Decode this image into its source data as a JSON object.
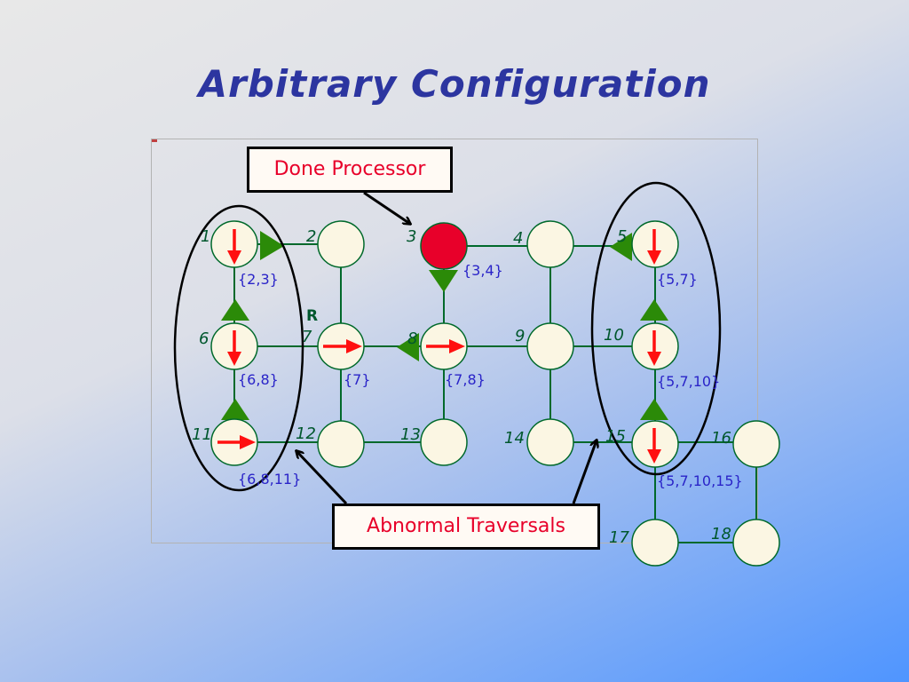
{
  "slide": {
    "title": "Arbitrary Configuration"
  },
  "callouts": {
    "done": "Done Processor",
    "abnormal": "Abnormal Traversals"
  },
  "colors": {
    "title": "#2c35a0",
    "edge": "#00692b",
    "pointer": "#ff1010",
    "done_node": "#e8002a",
    "set_text": "#2a24c8"
  },
  "nodes": [
    {
      "id": "1",
      "label": "1"
    },
    {
      "id": "2",
      "label": "2"
    },
    {
      "id": "3",
      "label": "3"
    },
    {
      "id": "4",
      "label": "4"
    },
    {
      "id": "5",
      "label": "5"
    },
    {
      "id": "6",
      "label": "6"
    },
    {
      "id": "7",
      "label": "7"
    },
    {
      "id": "8",
      "label": "8"
    },
    {
      "id": "9",
      "label": "9"
    },
    {
      "id": "10",
      "label": "10"
    },
    {
      "id": "11",
      "label": "11"
    },
    {
      "id": "12",
      "label": "12"
    },
    {
      "id": "13",
      "label": "13"
    },
    {
      "id": "14",
      "label": "14"
    },
    {
      "id": "15",
      "label": "15"
    },
    {
      "id": "16",
      "label": "16"
    },
    {
      "id": "17",
      "label": "17"
    },
    {
      "id": "18",
      "label": "18"
    }
  ],
  "root_label": "R",
  "sets": {
    "s1": "{2,3}",
    "s3": "{3,4}",
    "s5": "{5,7}",
    "s6": "{6,8}",
    "s7": "{7}",
    "s8": "{7,8}",
    "s10": "{5,7,10}",
    "s11": "{6,8,11}",
    "s15": "{5,7,10,15}"
  }
}
